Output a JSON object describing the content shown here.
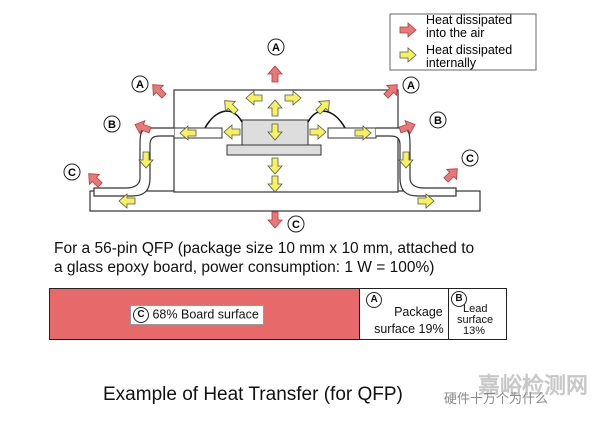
{
  "legend": {
    "air_line1": "Heat dissipated",
    "air_line2": "into the air",
    "internal_line1": "Heat dissipated",
    "internal_line2": "internally"
  },
  "markers": {
    "a": "A",
    "b": "B",
    "c": "C"
  },
  "description": {
    "line1": "For a 56-pin QFP (package size 10 mm x 10 mm, attached to",
    "line2": "a glass epoxy board, power consumption: 1 W = 100%)"
  },
  "breakdown": {
    "board": {
      "marker": "C",
      "label": "68% Board surface",
      "fraction": 0.68
    },
    "package": {
      "marker": "A",
      "line1": "Package",
      "line2": "surface 19%",
      "fraction": 0.19
    },
    "lead": {
      "marker": "B",
      "line1": "Lead",
      "line2": "surface",
      "line3": "13%",
      "fraction": 0.13
    }
  },
  "caption": "Example of Heat Transfer (for QFP)",
  "watermark": {
    "brand": "嘉峪检测网",
    "handle": "硬件十万个为什么"
  },
  "colors": {
    "air_arrow": "#e8797a",
    "internal_arrow": "#f6f25e",
    "board_bar": "#e8696a",
    "stroke": "#222222"
  }
}
